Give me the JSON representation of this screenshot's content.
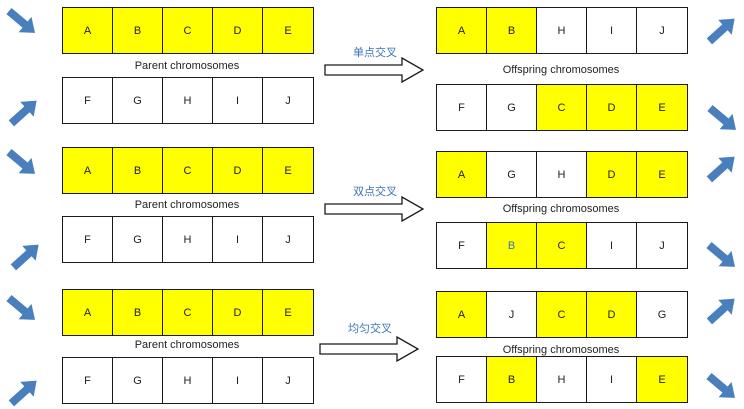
{
  "colors": {
    "highlight": "#ffff00",
    "arrow_blue": "#4a7fbd",
    "text": "#222222",
    "label_blue": "#3b73b9"
  },
  "caption_parent": "Parent chromosomes",
  "caption_offspring": "Offspring chromosomes",
  "panels": [
    {
      "operation": "单点交叉",
      "parent_top": [
        {
          "g": "A",
          "hl": true
        },
        {
          "g": "B",
          "hl": true
        },
        {
          "g": "C",
          "hl": true
        },
        {
          "g": "D",
          "hl": true
        },
        {
          "g": "E",
          "hl": true
        }
      ],
      "parent_bottom": [
        {
          "g": "F",
          "hl": false
        },
        {
          "g": "G",
          "hl": false
        },
        {
          "g": "H",
          "hl": false
        },
        {
          "g": "I",
          "hl": false
        },
        {
          "g": "J",
          "hl": false
        }
      ],
      "child_top": [
        {
          "g": "A",
          "hl": true
        },
        {
          "g": "B",
          "hl": true
        },
        {
          "g": "H",
          "hl": false
        },
        {
          "g": "I",
          "hl": false
        },
        {
          "g": "J",
          "hl": false
        }
      ],
      "child_bottom": [
        {
          "g": "F",
          "hl": false
        },
        {
          "g": "G",
          "hl": false
        },
        {
          "g": "C",
          "hl": true
        },
        {
          "g": "D",
          "hl": true
        },
        {
          "g": "E",
          "hl": true
        }
      ]
    },
    {
      "operation": "双点交叉",
      "parent_top": [
        {
          "g": "A",
          "hl": true
        },
        {
          "g": "B",
          "hl": true
        },
        {
          "g": "C",
          "hl": true
        },
        {
          "g": "D",
          "hl": true
        },
        {
          "g": "E",
          "hl": true
        }
      ],
      "parent_bottom": [
        {
          "g": "F",
          "hl": false
        },
        {
          "g": "G",
          "hl": false
        },
        {
          "g": "H",
          "hl": false
        },
        {
          "g": "I",
          "hl": false
        },
        {
          "g": "J",
          "hl": false
        }
      ],
      "child_top": [
        {
          "g": "A",
          "hl": true
        },
        {
          "g": "G",
          "hl": false
        },
        {
          "g": "H",
          "hl": false
        },
        {
          "g": "D",
          "hl": true
        },
        {
          "g": "E",
          "hl": true
        }
      ],
      "child_bottom": [
        {
          "g": "F",
          "hl": false
        },
        {
          "g": "B",
          "hl": true,
          "blue": true
        },
        {
          "g": "C",
          "hl": true
        },
        {
          "g": "I",
          "hl": false
        },
        {
          "g": "J",
          "hl": false
        }
      ]
    },
    {
      "operation": "均匀交叉",
      "parent_top": [
        {
          "g": "A",
          "hl": true
        },
        {
          "g": "B",
          "hl": true
        },
        {
          "g": "C",
          "hl": true
        },
        {
          "g": "D",
          "hl": true
        },
        {
          "g": "E",
          "hl": true
        }
      ],
      "parent_bottom": [
        {
          "g": "F",
          "hl": false
        },
        {
          "g": "G",
          "hl": false
        },
        {
          "g": "H",
          "hl": false
        },
        {
          "g": "I",
          "hl": false
        },
        {
          "g": "J",
          "hl": false
        }
      ],
      "child_top": [
        {
          "g": "A",
          "hl": true
        },
        {
          "g": "J",
          "hl": false
        },
        {
          "g": "C",
          "hl": true
        },
        {
          "g": "D",
          "hl": true
        },
        {
          "g": "G",
          "hl": false
        }
      ],
      "child_bottom": [
        {
          "g": "F",
          "hl": false
        },
        {
          "g": "B",
          "hl": true
        },
        {
          "g": "H",
          "hl": false
        },
        {
          "g": "I",
          "hl": false
        },
        {
          "g": "E",
          "hl": true
        }
      ]
    }
  ]
}
